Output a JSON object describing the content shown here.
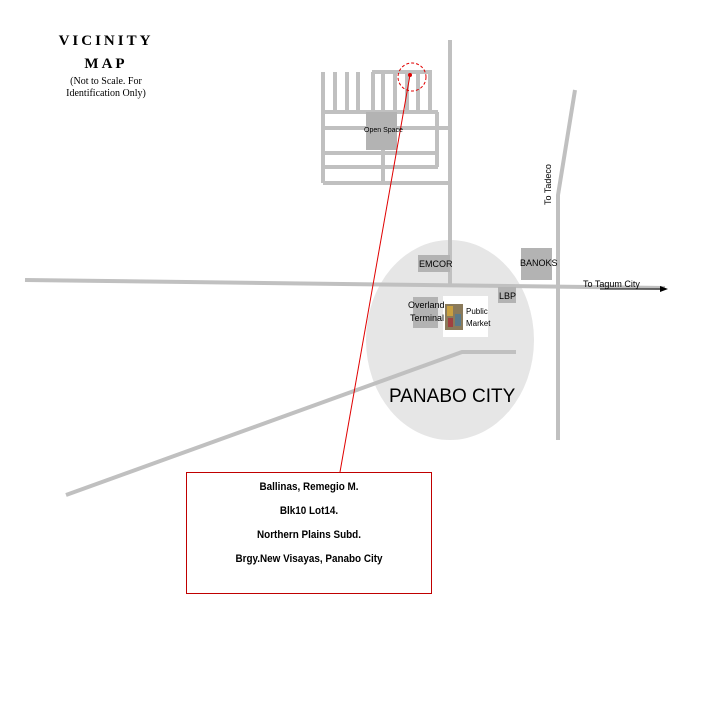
{
  "title": {
    "line1": "VICINITY",
    "line2": "MAP"
  },
  "note": {
    "line1": "(Not to Scale. For",
    "line2": "Identification Only)"
  },
  "labels": {
    "open_space": "Open Space",
    "to_tadeco": "To Tadeco",
    "emcor": "EMCOR",
    "banoks": "BANOKS",
    "to_tagum": "To Tagum City",
    "lbp": "LBP",
    "overland": "Overland",
    "terminal": "Terminal",
    "public": "Public",
    "market": "Market",
    "city": "PANABO CITY"
  },
  "address": {
    "lines": [
      "Ballinas, Remegio M.",
      "Blk10 Lot14.",
      "Northern Plains Subd.",
      "Brgy.New Visayas, Panabo City"
    ]
  },
  "colors": {
    "road": "#c0c0c0",
    "marker": "#e00000",
    "city": "#e6e6e6",
    "box": "#b3b3b3"
  }
}
